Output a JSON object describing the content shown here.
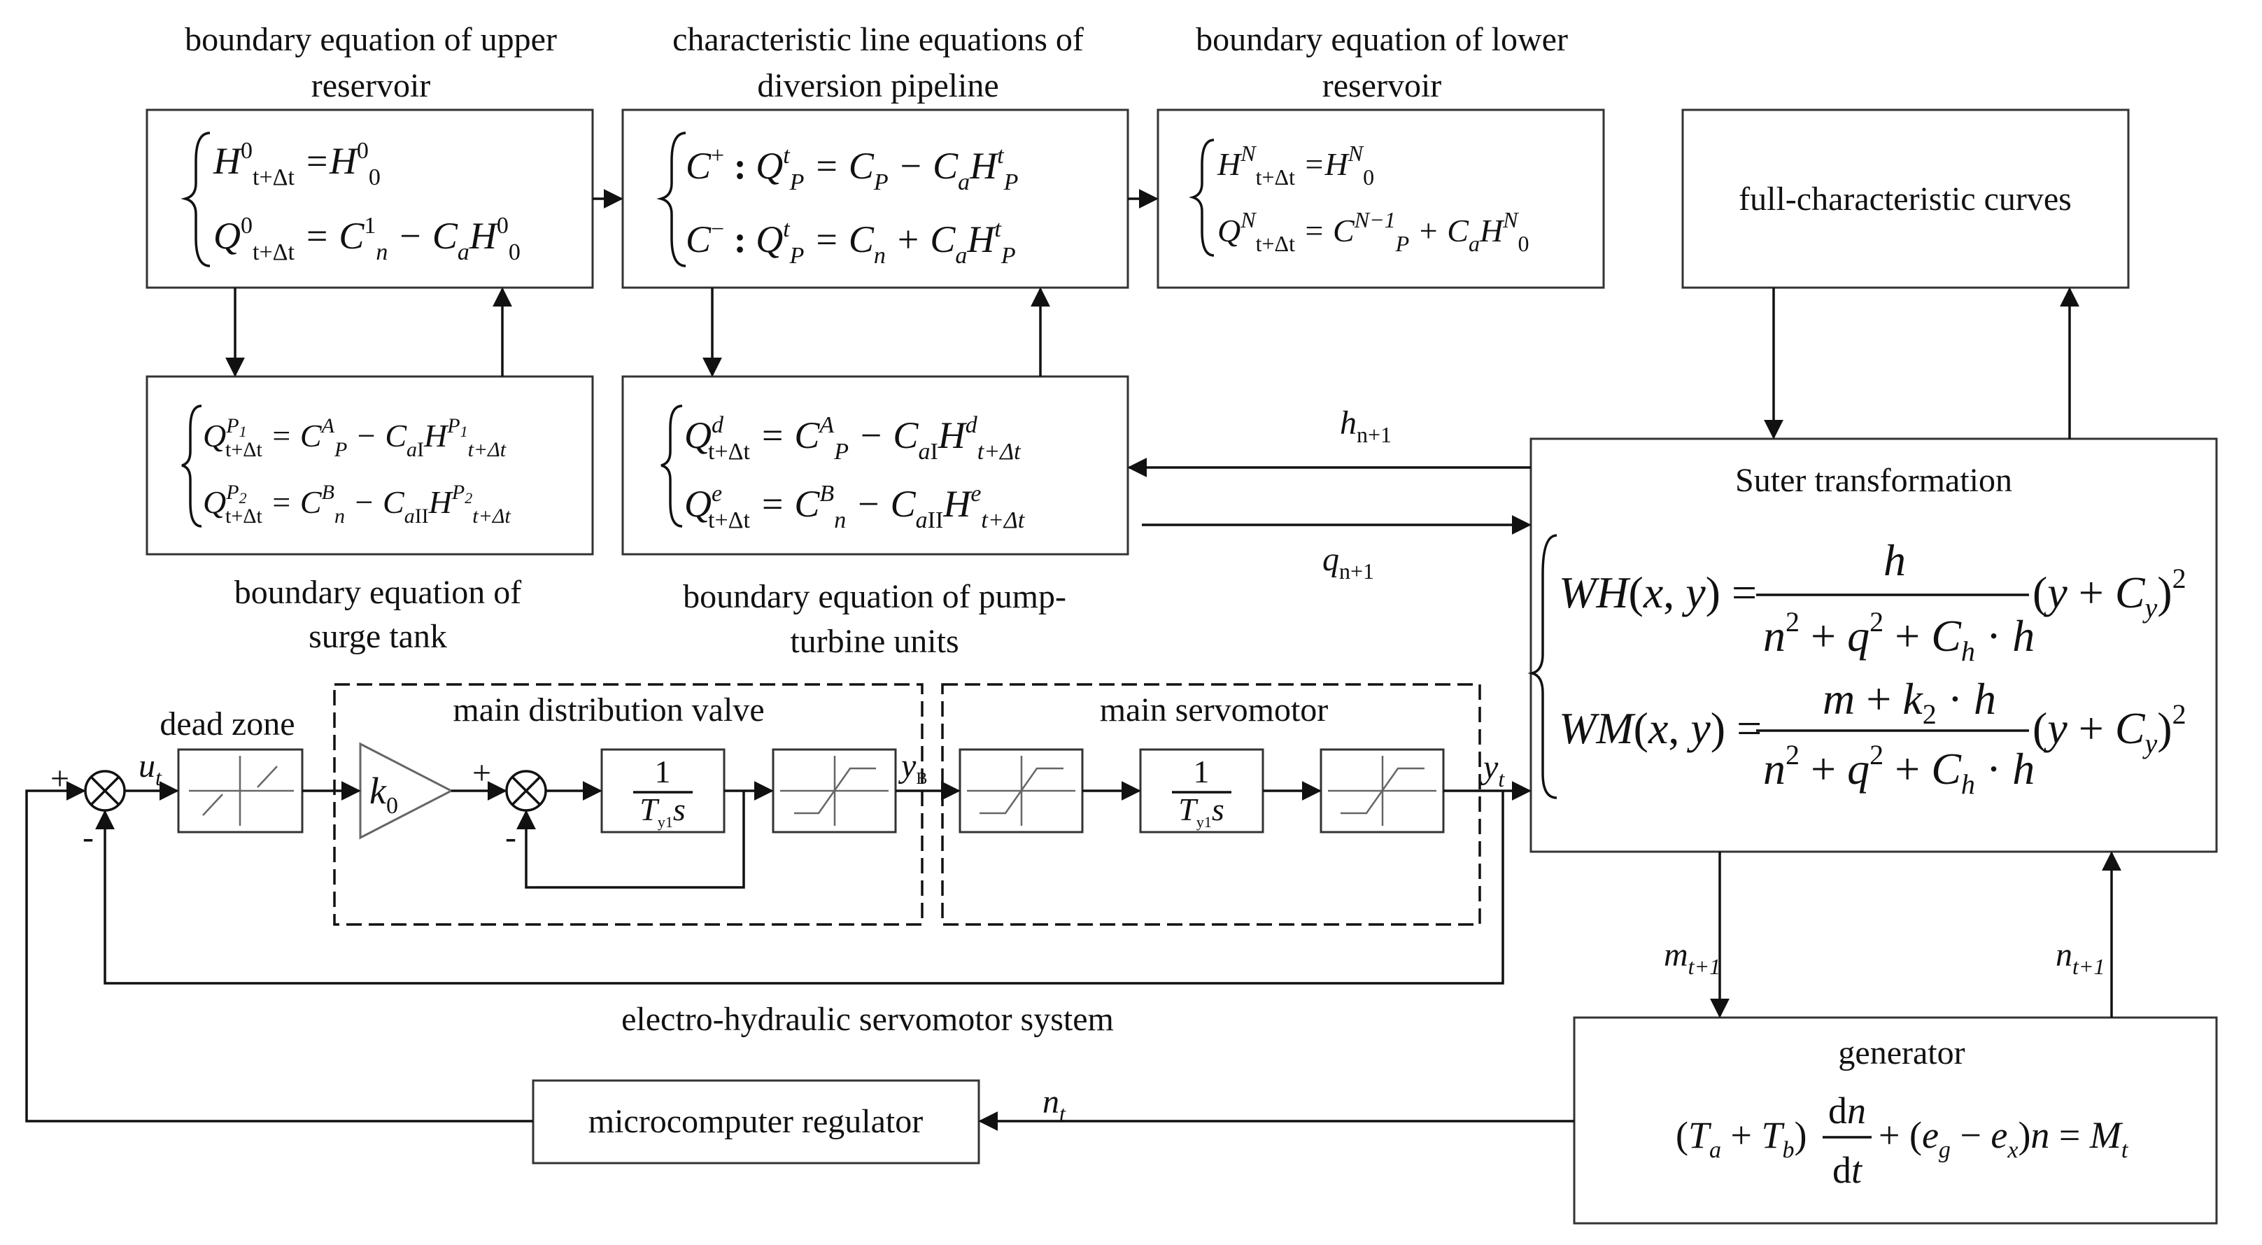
{
  "labels": {
    "upper_reservoir": [
      "boundary equation of upper",
      "reservoir"
    ],
    "diversion": [
      "characteristic line equations of",
      "diversion pipeline"
    ],
    "lower_reservoir": [
      "boundary equation of lower",
      "reservoir"
    ],
    "full_char": "full-characteristic curves",
    "surge_tank": [
      "boundary equation of",
      "surge tank"
    ],
    "pump_turbine": [
      "boundary equation of pump-",
      "turbine units"
    ],
    "suter": "Suter transformation",
    "dead_zone": "dead zone",
    "main_valve": "main distribution valve",
    "main_servo": "main servomotor",
    "ehs": "electro-hydraulic servomotor system",
    "generator": "generator",
    "micro": "microcomputer regulator"
  },
  "signals": {
    "h": "h",
    "h_sub": "n+1",
    "q": "q",
    "q_sub": "n+1",
    "m": "m",
    "m_sub": "t+1",
    "n_top": "n",
    "n_top_sub": "t+1",
    "n_t": "n",
    "n_t_sub": "t",
    "u_t": "u",
    "u_t_sub": "t",
    "y_B": "y",
    "y_B_sub": "B",
    "y_t": "y",
    "y_t_sub": "t",
    "k0": "k",
    "k0_sub": "0",
    "plus": "+",
    "minus": "-"
  }
}
